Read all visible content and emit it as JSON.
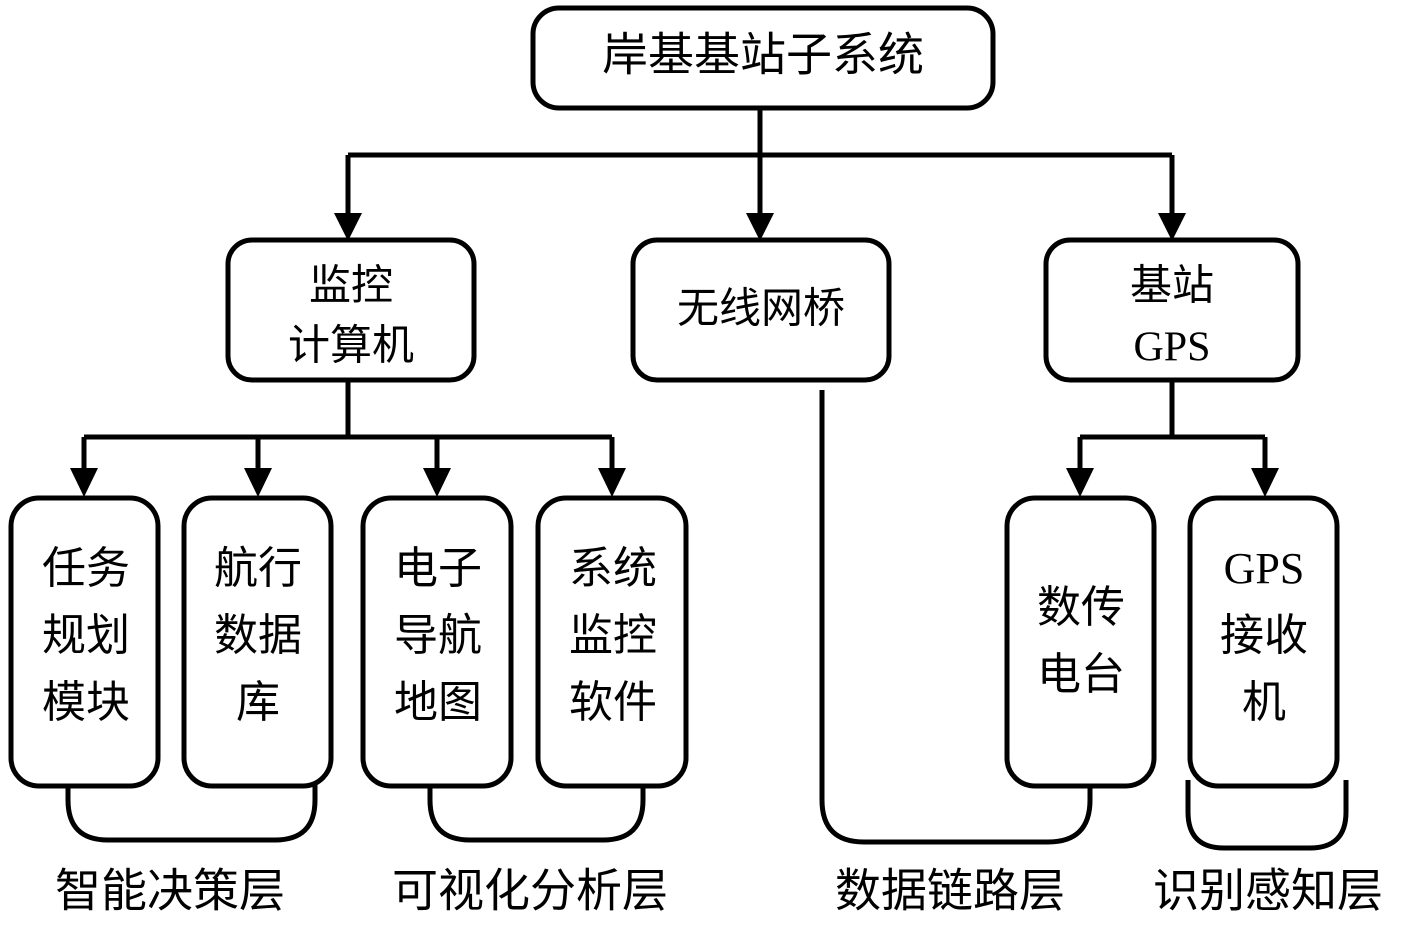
{
  "diagram": {
    "title": "岸基基站子系统",
    "type": "hierarchy-tree",
    "background_color": "#ffffff",
    "stroke_color": "#000000",
    "nodes": [
      {
        "id": "root",
        "lines": [
          "岸基基站子系统"
        ],
        "font_size": 46
      },
      {
        "id": "monitor_pc",
        "lines": [
          "监控",
          "计算机"
        ],
        "font_size": 42
      },
      {
        "id": "wifi_bridge",
        "lines": [
          "无线网桥"
        ],
        "font_size": 42
      },
      {
        "id": "base_gps",
        "lines": [
          "基站",
          "GPS"
        ],
        "font_size": 42
      },
      {
        "id": "task_plan",
        "lines": [
          "任务",
          "规划",
          "模块"
        ],
        "font_size": 44
      },
      {
        "id": "nav_db",
        "lines": [
          "航行",
          "数据",
          "库"
        ],
        "font_size": 44
      },
      {
        "id": "enav_map",
        "lines": [
          "电子",
          "导航",
          "地图"
        ],
        "font_size": 44
      },
      {
        "id": "sys_monitor",
        "lines": [
          "系统",
          "监控",
          "软件"
        ],
        "font_size": 44
      },
      {
        "id": "data_radio",
        "lines": [
          "数传",
          "电台"
        ],
        "font_size": 44
      },
      {
        "id": "gps_rx",
        "lines": [
          "GPS",
          "接收",
          "机"
        ],
        "font_size": 44
      }
    ],
    "edges": [
      {
        "from": "root",
        "to": "monitor_pc"
      },
      {
        "from": "root",
        "to": "wifi_bridge"
      },
      {
        "from": "root",
        "to": "base_gps"
      },
      {
        "from": "monitor_pc",
        "to": "task_plan"
      },
      {
        "from": "monitor_pc",
        "to": "nav_db"
      },
      {
        "from": "monitor_pc",
        "to": "enav_map"
      },
      {
        "from": "monitor_pc",
        "to": "sys_monitor"
      },
      {
        "from": "base_gps",
        "to": "data_radio"
      },
      {
        "from": "base_gps",
        "to": "gps_rx"
      }
    ],
    "layers": [
      {
        "id": "layer_decision",
        "label": "智能决策层",
        "groups": [
          "task_plan",
          "nav_db"
        ]
      },
      {
        "id": "layer_visual",
        "label": "可视化分析层",
        "groups": [
          "enav_map",
          "sys_monitor"
        ]
      },
      {
        "id": "layer_datalink",
        "label": "数据链路层",
        "groups": [
          "wifi_bridge",
          "data_radio"
        ]
      },
      {
        "id": "layer_percept",
        "label": "识别感知层",
        "groups": [
          "gps_rx"
        ]
      }
    ],
    "layer_label_font_size": 46
  }
}
